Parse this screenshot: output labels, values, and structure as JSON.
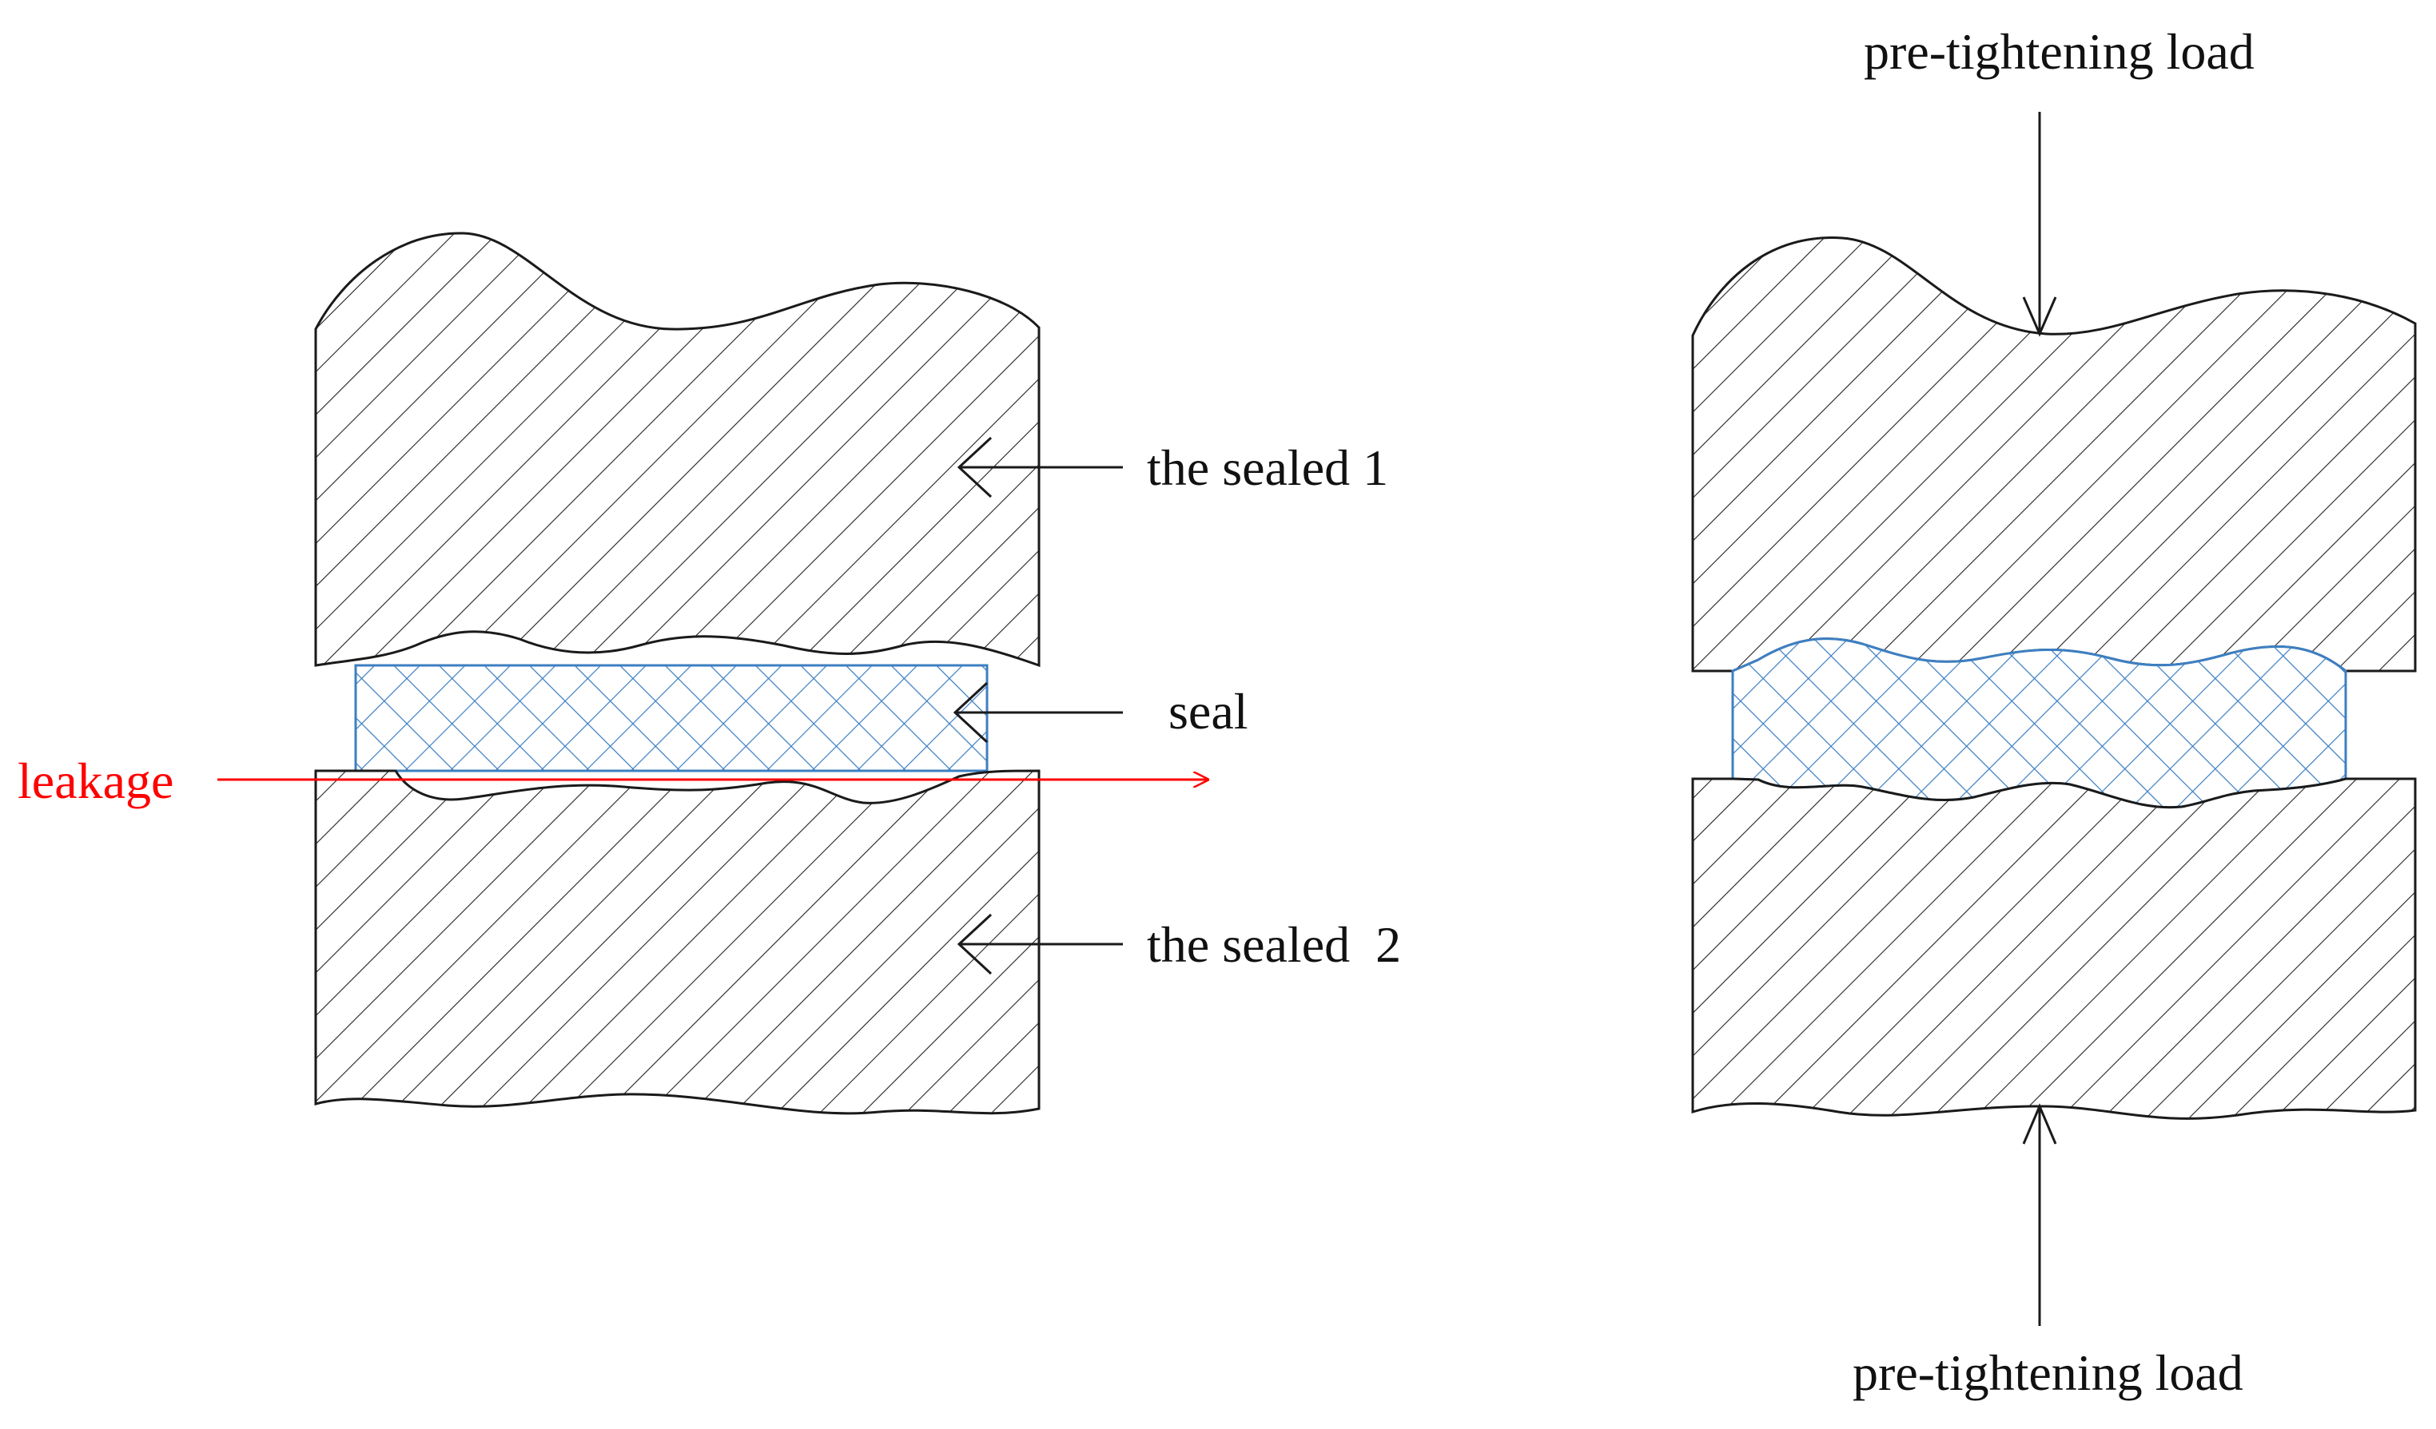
{
  "labels": {
    "sealed1": "the sealed 1",
    "seal": "seal",
    "sealed2": "the sealed  2",
    "leakage": "leakage",
    "load_top": "pre-tightening load",
    "load_bottom": "pre-tightening load"
  },
  "colors": {
    "outline": "#1a1a1a",
    "hatch": "#222222",
    "seal_fill": "#3d7fc2",
    "leakage": "#ff0000",
    "background": "#ffffff"
  }
}
